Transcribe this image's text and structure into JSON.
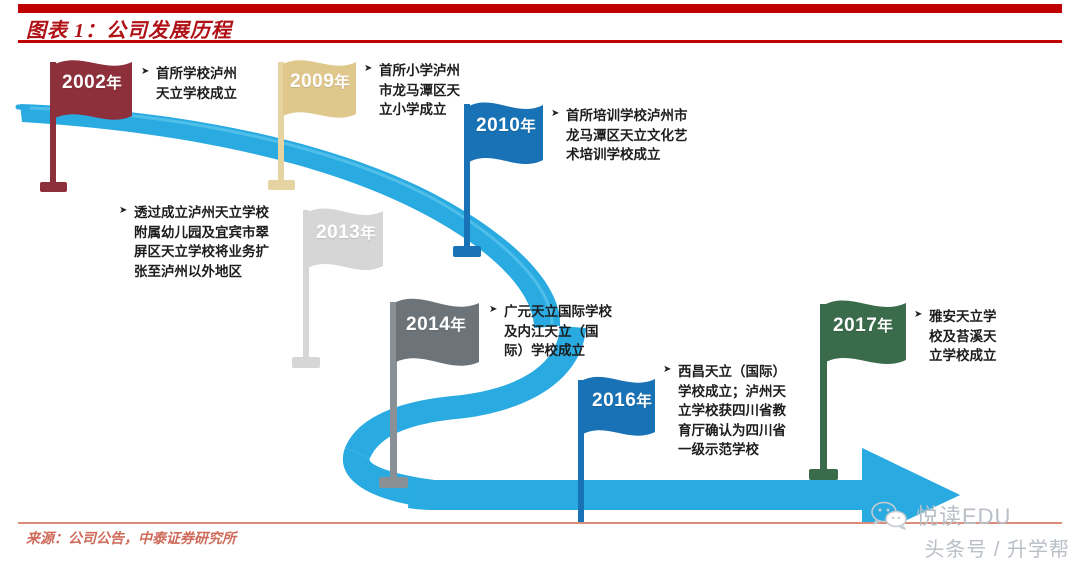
{
  "header": {
    "title": "图表 1：公司发展历程",
    "rule_color": "#C00000",
    "title_color": "#B01116"
  },
  "footer": {
    "source": "来源：公司公告，中泰证券研究所",
    "source_color": "#CF6B5A"
  },
  "path": {
    "color": "#29ABE2",
    "shape": "s-curve-arrow",
    "direction": "left-to-right-descending"
  },
  "timeline": {
    "milestones": [
      {
        "year": "2002",
        "year_suffix": "年",
        "flag_color": "#8E2F3C",
        "pole_color": "#8E2F3C",
        "text": "首所学校泸州\n天立学校成立",
        "text_side": "right"
      },
      {
        "year": "2009",
        "year_suffix": "年",
        "flag_color": "#E0C88C",
        "pole_color": "#E5D3A2",
        "text": "首所小学泸州\n市龙马潭区天\n立小学成立",
        "text_side": "right"
      },
      {
        "year": "2010",
        "year_suffix": "年",
        "flag_color": "#1872B5",
        "pole_color": "#1872B5",
        "text": "首所培训学校泸州市\n龙马潭区天立文化艺\n术培训学校成立",
        "text_side": "right"
      },
      {
        "year": "2013",
        "year_suffix": "年",
        "flag_color": "#D6D6D6",
        "pole_color": "#D6D6D6",
        "text": "透过成立泸州天立学校\n附属幼儿园及宜宾市翠\n屏区天立学校将业务扩\n张至泸州以外地区",
        "text_side": "left"
      },
      {
        "year": "2014",
        "year_suffix": "年",
        "flag_color": "#6D7479",
        "pole_color": "#8A9196",
        "text": "广元天立国际学校\n及内江天立（国\n际）学校成立",
        "text_side": "right"
      },
      {
        "year": "2016",
        "year_suffix": "年",
        "flag_color": "#1872B5",
        "pole_color": "#1872B5",
        "text": "西昌天立（国际）\n学校成立；泸州天\n立学校获四川省教\n育厅确认为四川省\n一级示范学校",
        "text_side": "right"
      },
      {
        "year": "2017",
        "year_suffix": "年",
        "flag_color": "#3A6B4A",
        "pole_color": "#3A6B4A",
        "text": "雅安天立学\n校及苔溪天\n立学校成立",
        "text_side": "right"
      }
    ]
  },
  "watermark": {
    "icon": "wechat-icon",
    "line1": "悦读EDU",
    "line2": "头条号 / 升学帮",
    "color": "#B9BFC6"
  }
}
